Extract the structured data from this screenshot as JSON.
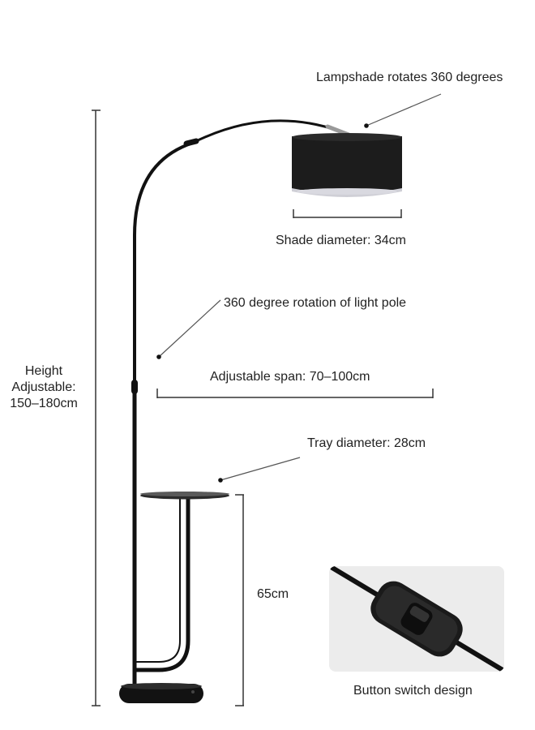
{
  "labels": {
    "shade_rotation": "Lampshade rotates 360 degrees",
    "shade_diameter": "Shade diameter: 34cm",
    "pole_rotation": "360 degree rotation of light pole",
    "span": "Adjustable span: 70–100cm",
    "height_line1": "Height",
    "height_line2": "Adjustable:",
    "height_line3": "150–180cm",
    "tray_diameter": "Tray diameter: 28cm",
    "tray_height": "65cm",
    "switch_caption": "Button switch design"
  },
  "colors": {
    "lamp_black": "#111111",
    "shade": "#1c1c1c",
    "dimension_line": "#333333",
    "leader_line": "#444444",
    "photo_bg": "#ececec"
  }
}
